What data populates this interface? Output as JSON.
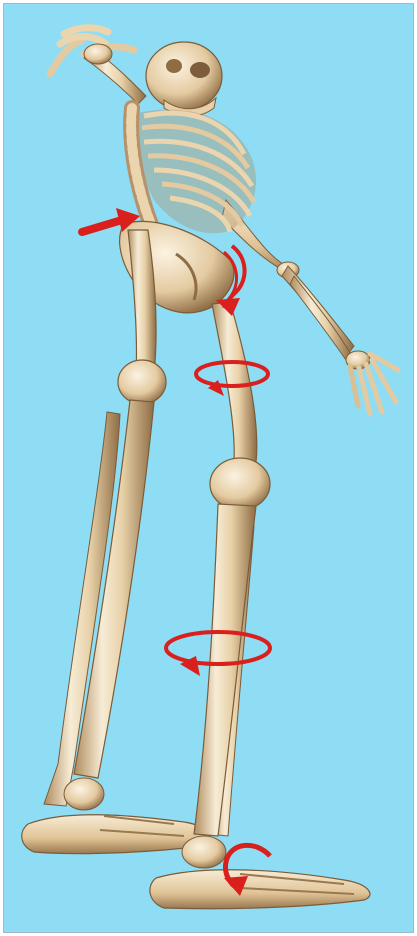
{
  "image": {
    "subject": "skeleton",
    "palette": {
      "background": "#8fdcf5",
      "bone_light": "#f7ecd6",
      "bone_mid": "#e4caa0",
      "bone_dark": "#a88458",
      "bone_shadow": "#6e5434",
      "annotation_red": "#d9201c"
    },
    "annotations": [
      {
        "kind": "straight-arrow",
        "target": "hip"
      },
      {
        "kind": "curved-arrow",
        "target": "pelvis"
      },
      {
        "kind": "rotation-arrow",
        "target": "thigh"
      },
      {
        "kind": "rotation-arrow",
        "target": "shin"
      },
      {
        "kind": "curved-arrow",
        "target": "ankle"
      }
    ]
  }
}
